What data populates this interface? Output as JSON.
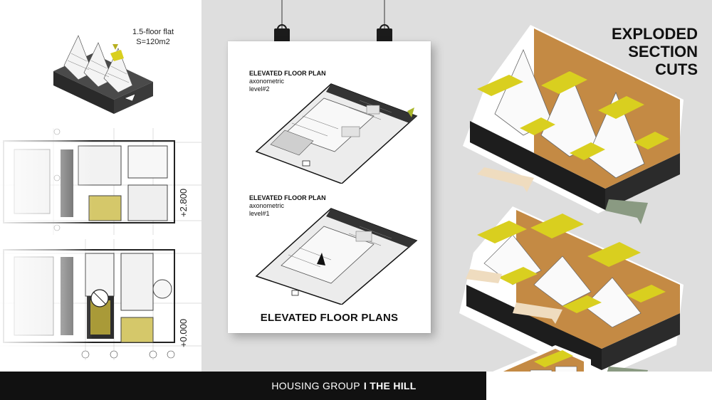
{
  "flat": {
    "label_line1": "1.5-floor flat",
    "label_line2": "S=120m2"
  },
  "levels": {
    "upper": "+2.800",
    "lower": "+0.000"
  },
  "poster": {
    "level2": {
      "title": "ELEVATED FLOOR PLAN",
      "sub1": "axonometric",
      "sub2": "level#2"
    },
    "level1": {
      "title": "ELEVATED FLOOR PLAN",
      "sub1": "axonometric",
      "sub2": "level#1"
    },
    "title": "ELEVATED FLOOR PLANS"
  },
  "exploded": {
    "line1": "EXPLODED",
    "line2": "SECTION",
    "line3": "CUTS"
  },
  "footer": {
    "prefix": "HOUSING GROUP",
    "strong": "I THE HILL"
  },
  "colors": {
    "accent_yellow": "#d9cf1f",
    "timber": "#c48a44",
    "earth": "#1a1a1a",
    "arrow_cream": "#efdcbf",
    "arrow_sage": "#8a9a82",
    "bg_gray": "#dedede"
  }
}
